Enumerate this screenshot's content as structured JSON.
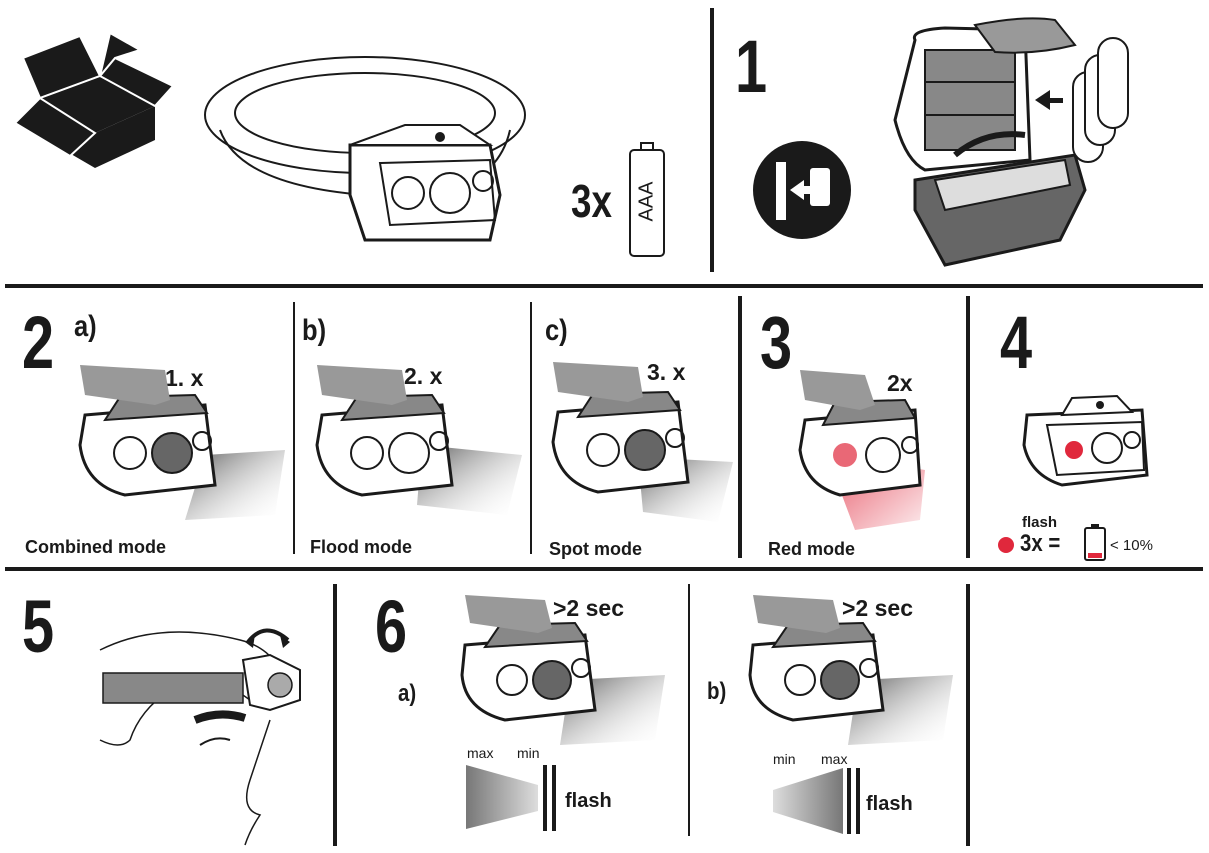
{
  "box_icon": "open-box-icon",
  "battery_label": "AAA",
  "battery_count": "3x",
  "steps": {
    "s1": "1",
    "s2": "2",
    "s3": "3",
    "s4": "4",
    "s5": "5",
    "s6": "6"
  },
  "step2": {
    "a": {
      "letter": "a)",
      "press": "1. x",
      "mode": "Combined mode"
    },
    "b": {
      "letter": "b)",
      "press": "2. x",
      "mode": "Flood mode"
    },
    "c": {
      "letter": "c)",
      "press": "3. x",
      "mode": "Spot mode"
    }
  },
  "step3": {
    "press": "2x",
    "mode": "Red mode"
  },
  "step4": {
    "flash_word": "flash",
    "flash_count": "3x =",
    "battery_level": "< 10%"
  },
  "step6": {
    "a": {
      "letter": "a)",
      "press": ">2 sec",
      "left": "max",
      "right": "min",
      "flash": "flash"
    },
    "b": {
      "letter": "b)",
      "press": ">2 sec",
      "left": "min",
      "right": "max",
      "flash": "flash"
    }
  },
  "colors": {
    "ink": "#1a1a1a",
    "red": "#e0283c",
    "beam": "#8a8a8a",
    "button": "#7a7a7a"
  }
}
